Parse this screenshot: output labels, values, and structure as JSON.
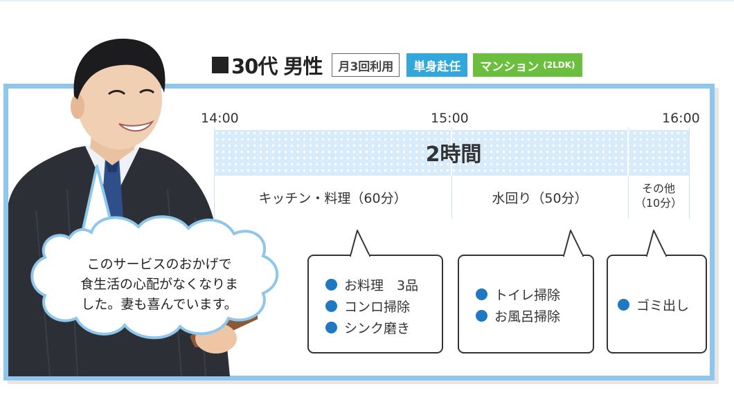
{
  "header": {
    "title": "30代 男性",
    "tags": [
      {
        "label": "月3回利用"
      },
      {
        "label": "単身赴任"
      },
      {
        "label": "マンション",
        "sub": "(2LDK)"
      }
    ]
  },
  "timeline": {
    "times": [
      "14:00",
      "15:00",
      "16:00"
    ],
    "duration": "2時間",
    "segments": [
      {
        "label": "キッチン・料理（60分）"
      },
      {
        "label": "水回り（50分）"
      },
      {
        "label": "その他（10分）",
        "line1": "その他",
        "line2": "（10分）"
      }
    ]
  },
  "tasks": {
    "kitchen": [
      "お料理　3品",
      "コンロ掃除",
      "シンク磨き"
    ],
    "water": [
      "トイレ掃除",
      "お風呂掃除"
    ],
    "other": [
      "ゴミ出し"
    ]
  },
  "testimonial": {
    "line1": "このサービスのおかげで",
    "line2": "食生活の心配がなくなりま",
    "line3": "した。妻も喜んでいます。"
  },
  "colors": {
    "frame": "#8ec6ec",
    "band": "#d8ebfa",
    "dot": "#1e78c2",
    "tag_blue": "#31a7dc",
    "tag_green": "#6cbf3e"
  }
}
